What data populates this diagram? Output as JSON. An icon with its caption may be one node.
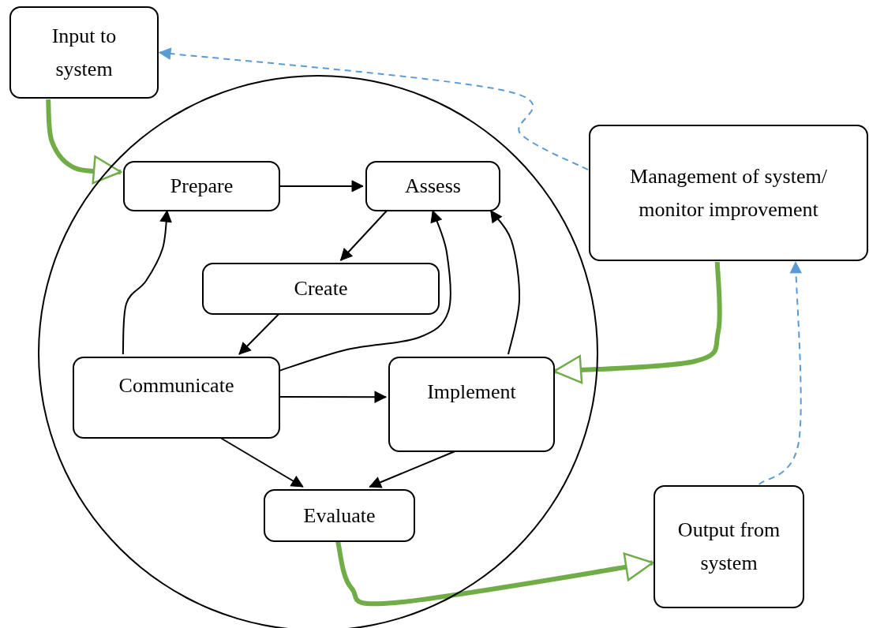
{
  "diagram": {
    "nodes": [
      {
        "text": [
          "Input to system"
        ]
      },
      {
        "text": [],
        "shape": "circle"
      },
      {
        "text": [
          "Prepare"
        ],
        "in": 1
      },
      {
        "text": [
          "Assess"
        ],
        "in": 1
      },
      {
        "text": [
          "Create"
        ],
        "in": 1
      },
      {
        "text": [
          "Communicate"
        ],
        "in": 1
      },
      {
        "text": [
          "Implement"
        ],
        "in": 1
      },
      {
        "text": [
          "Evaluate"
        ],
        "in": 1
      },
      {
        "text": [
          "Management of system/ monitor improvement"
        ]
      },
      {
        "text": [
          "Output from system"
        ]
      }
    ],
    "edges": [
      {
        "from": 0,
        "to": 2,
        "arrow": "to",
        "style": "thick",
        "color": "#70ad47"
      },
      {
        "from": 2,
        "to": 3,
        "arrow": "to"
      },
      {
        "from": 3,
        "to": 4,
        "arrow": "to"
      },
      {
        "from": 4,
        "to": 5,
        "arrow": "to"
      },
      {
        "from": 5,
        "to": 2,
        "arrow": "to"
      },
      {
        "from": 5,
        "to": 3,
        "arrow": "to"
      },
      {
        "from": 5,
        "to": 6,
        "arrow": "to"
      },
      {
        "from": 6,
        "to": 3,
        "arrow": "to"
      },
      {
        "from": 5,
        "to": 7,
        "arrow": "to"
      },
      {
        "from": 6,
        "to": 7,
        "arrow": "to"
      },
      {
        "from": 7,
        "to": 9,
        "arrow": "to",
        "style": "thick",
        "color": "#70ad47"
      },
      {
        "from": 8,
        "to": 6,
        "arrow": "to",
        "style": "thick",
        "color": "#70ad47"
      },
      {
        "from": 8,
        "to": 0,
        "arrow": "to",
        "style": "dashed",
        "color": "#5b9bd5"
      },
      {
        "from": 9,
        "to": 8,
        "arrow": "to",
        "style": "dashed",
        "color": "#5b9bd5"
      }
    ]
  }
}
